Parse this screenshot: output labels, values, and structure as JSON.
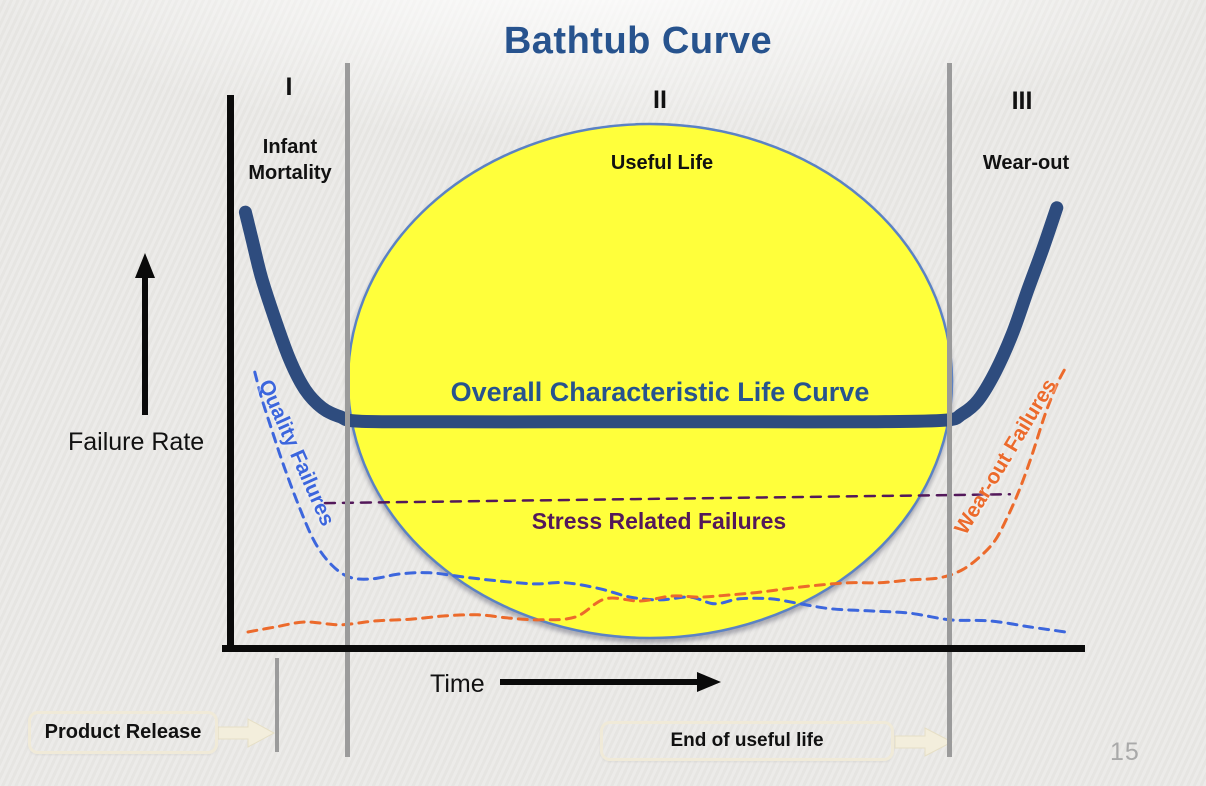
{
  "slide": {
    "title": "Bathtub Curve",
    "page_number": "15"
  },
  "axis_labels": {
    "y": "Failure Rate",
    "x": "Time"
  },
  "regions": [
    {
      "numeral": "I",
      "label": "Infant Mortality"
    },
    {
      "numeral": "II",
      "label": "Useful Life"
    },
    {
      "numeral": "III",
      "label": "Wear-out"
    }
  ],
  "curve_labels": {
    "overall": "Overall Characteristic Life Curve",
    "stress": "Stress Related Failures",
    "quality": "Quality Failures",
    "wearout": "Wear-out Failures"
  },
  "callouts": {
    "product_release": "Product Release",
    "end_of_useful_life": "End of useful life"
  },
  "colors": {
    "title": "#27538E",
    "overall_curve": "#2E4C7E",
    "overall_label": "#27538E",
    "ellipse_fill": "#FFFF3B",
    "ellipse_stroke": "#5B82C4",
    "quality": "#3C66DD",
    "stress": "#53185A",
    "wearout": "#EC6A2B",
    "axis": "#0A0A0A",
    "divider_gray": "#9B9B9B",
    "callout_border": "#F0EAD8",
    "callout_arrow_fill": "#F3EEDC",
    "page_number_gray": "#A9A9A9"
  },
  "chart_data": {
    "type": "line",
    "title": "Bathtub Curve",
    "xlabel": "Time",
    "ylabel": "Failure Rate",
    "axes_numeric": false,
    "x_range": [
      0,
      100
    ],
    "y_range": [
      0,
      100
    ],
    "grid": false,
    "legend": "labels drawn on chart",
    "region_dividers_x": [
      13.5,
      83.9
    ],
    "regions": [
      {
        "numeral": "I",
        "name": "Infant Mortality",
        "x_span": [
          0,
          13.5
        ]
      },
      {
        "numeral": "II",
        "name": "Useful Life",
        "x_span": [
          13.5,
          83.9
        ]
      },
      {
        "numeral": "III",
        "name": "Wear-out",
        "x_span": [
          83.9,
          100
        ]
      }
    ],
    "series": [
      {
        "id": "stress",
        "name": "Stress Related Failures",
        "color": "#53185A",
        "stroke_width": 2.5,
        "dash": "10 8",
        "points": [
          [
            11.1,
            26.2
          ],
          [
            91.2,
            27.8
          ]
        ]
      },
      {
        "id": "quality",
        "name": "Quality Failures",
        "color": "#3C66DD",
        "stroke_width": 3,
        "dash": "9 7",
        "points": [
          [
            2.9,
            49.9
          ],
          [
            3.7,
            45.2
          ],
          [
            4.9,
            39.4
          ],
          [
            6.3,
            32.9
          ],
          [
            8,
            25.9
          ],
          [
            9.9,
            19.2
          ],
          [
            11.9,
            15
          ],
          [
            14,
            12.8
          ],
          [
            16.6,
            12.5
          ],
          [
            19.9,
            13.4
          ],
          [
            23.4,
            13.6
          ],
          [
            27.5,
            12.8
          ],
          [
            31.6,
            12.1
          ],
          [
            35.7,
            11.6
          ],
          [
            39.2,
            11.8
          ],
          [
            43.3,
            10.7
          ],
          [
            46.8,
            9.2
          ],
          [
            50.3,
            8.7
          ],
          [
            53.8,
            9.2
          ],
          [
            56.7,
            8
          ],
          [
            59.6,
            8.9
          ],
          [
            63.2,
            8.9
          ],
          [
            66.7,
            8
          ],
          [
            70.2,
            7.1
          ],
          [
            74.9,
            6.7
          ],
          [
            79.5,
            6.3
          ],
          [
            84.2,
            5.1
          ],
          [
            88.9,
            4.9
          ],
          [
            93.6,
            3.8
          ],
          [
            97.7,
            2.9
          ]
        ]
      },
      {
        "id": "wearout",
        "name": "Wear-out Failures",
        "color": "#EC6A2B",
        "stroke_width": 3,
        "dash": "9 7",
        "points": [
          [
            2.1,
            2.9
          ],
          [
            5.3,
            3.8
          ],
          [
            8.8,
            4.7
          ],
          [
            12.9,
            4.2
          ],
          [
            17,
            4.9
          ],
          [
            21.1,
            5.2
          ],
          [
            25.1,
            5.8
          ],
          [
            29,
            6
          ],
          [
            32.7,
            5.4
          ],
          [
            36.3,
            5.1
          ],
          [
            40.4,
            5.6
          ],
          [
            43.9,
            8.9
          ],
          [
            48,
            8.5
          ],
          [
            51.7,
            9.4
          ],
          [
            55,
            9.2
          ],
          [
            58.5,
            9.6
          ],
          [
            62,
            10.1
          ],
          [
            65.5,
            10.8
          ],
          [
            69,
            11.4
          ],
          [
            72.5,
            11.8
          ],
          [
            76,
            11.8
          ],
          [
            79.5,
            12.3
          ],
          [
            83,
            12.7
          ],
          [
            85.6,
            14.1
          ],
          [
            87.7,
            16.5
          ],
          [
            89.5,
            19.5
          ],
          [
            91,
            23.9
          ],
          [
            92.4,
            28.9
          ],
          [
            93.8,
            34.9
          ],
          [
            95.3,
            42.1
          ],
          [
            96.7,
            47.6
          ],
          [
            97.7,
            50.6
          ]
        ]
      },
      {
        "id": "overall",
        "name": "Overall Characteristic Life Curve",
        "color": "#2E4C7E",
        "stroke_width": 13,
        "dash": null,
        "points": [
          [
            1.8,
            78.8
          ],
          [
            2.6,
            73.8
          ],
          [
            3.7,
            66.9
          ],
          [
            5.3,
            59.3
          ],
          [
            7,
            52.1
          ],
          [
            8.8,
            46.7
          ],
          [
            10.8,
            43.4
          ],
          [
            12.9,
            41.8
          ],
          [
            15.2,
            41
          ],
          [
            25.7,
            40.9
          ],
          [
            38.6,
            40.9
          ],
          [
            50.3,
            40.9
          ],
          [
            62,
            40.9
          ],
          [
            74.9,
            40.9
          ],
          [
            83.6,
            41.2
          ],
          [
            85.6,
            42.3
          ],
          [
            87.5,
            44.8
          ],
          [
            89.5,
            49.9
          ],
          [
            91.5,
            56.8
          ],
          [
            93.3,
            64.7
          ],
          [
            95.1,
            72.3
          ],
          [
            96.7,
            79.6
          ]
        ]
      }
    ]
  }
}
